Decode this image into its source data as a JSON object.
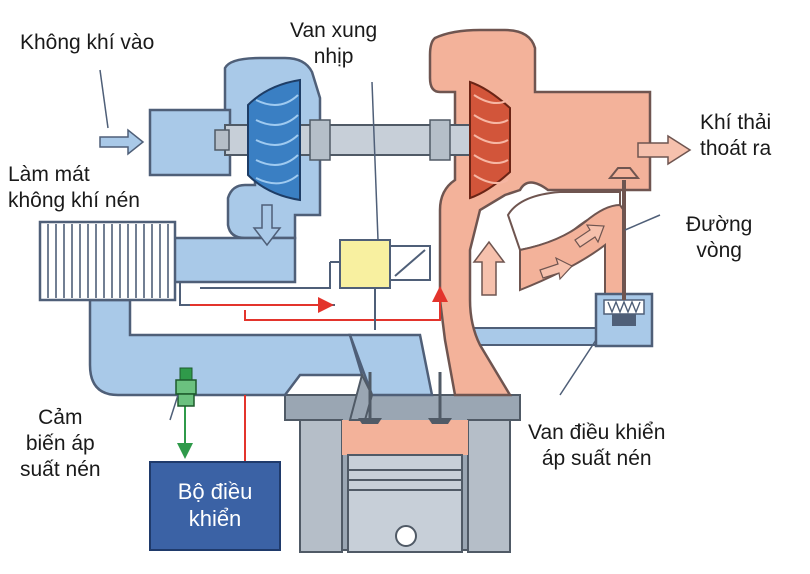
{
  "labels": {
    "air_in": "Không khí vào",
    "pulse_valve": [
      "Van xung",
      "nhịp"
    ],
    "exhaust_out": [
      "Khí thải",
      "thoát ra"
    ],
    "intercooler": [
      "Làm mát",
      "không khí nén"
    ],
    "bypass": [
      "Đường",
      "vòng"
    ],
    "pressure_sensor": [
      "Cảm",
      "biến áp",
      "suất nén"
    ],
    "control_valve": [
      "Van điều khiển",
      "áp suất nén"
    ],
    "ecu": [
      "Bộ điều",
      "khiển"
    ]
  },
  "colors": {
    "intake_fill": "#a9c9e8",
    "intake_stroke": "#4f5f78",
    "exhaust_fill": "#f3b29a",
    "exhaust_stroke": "#6f5550",
    "compressor_wheel": "#3a7fc3",
    "turbine_wheel": "#d2553a",
    "engine_gray": "#9aa6b3",
    "ecu_fill": "#3b62a5",
    "valve_yellow": "#f8f0a0",
    "signal_red": "#e3342c",
    "signal_green": "#2f9a4a"
  }
}
